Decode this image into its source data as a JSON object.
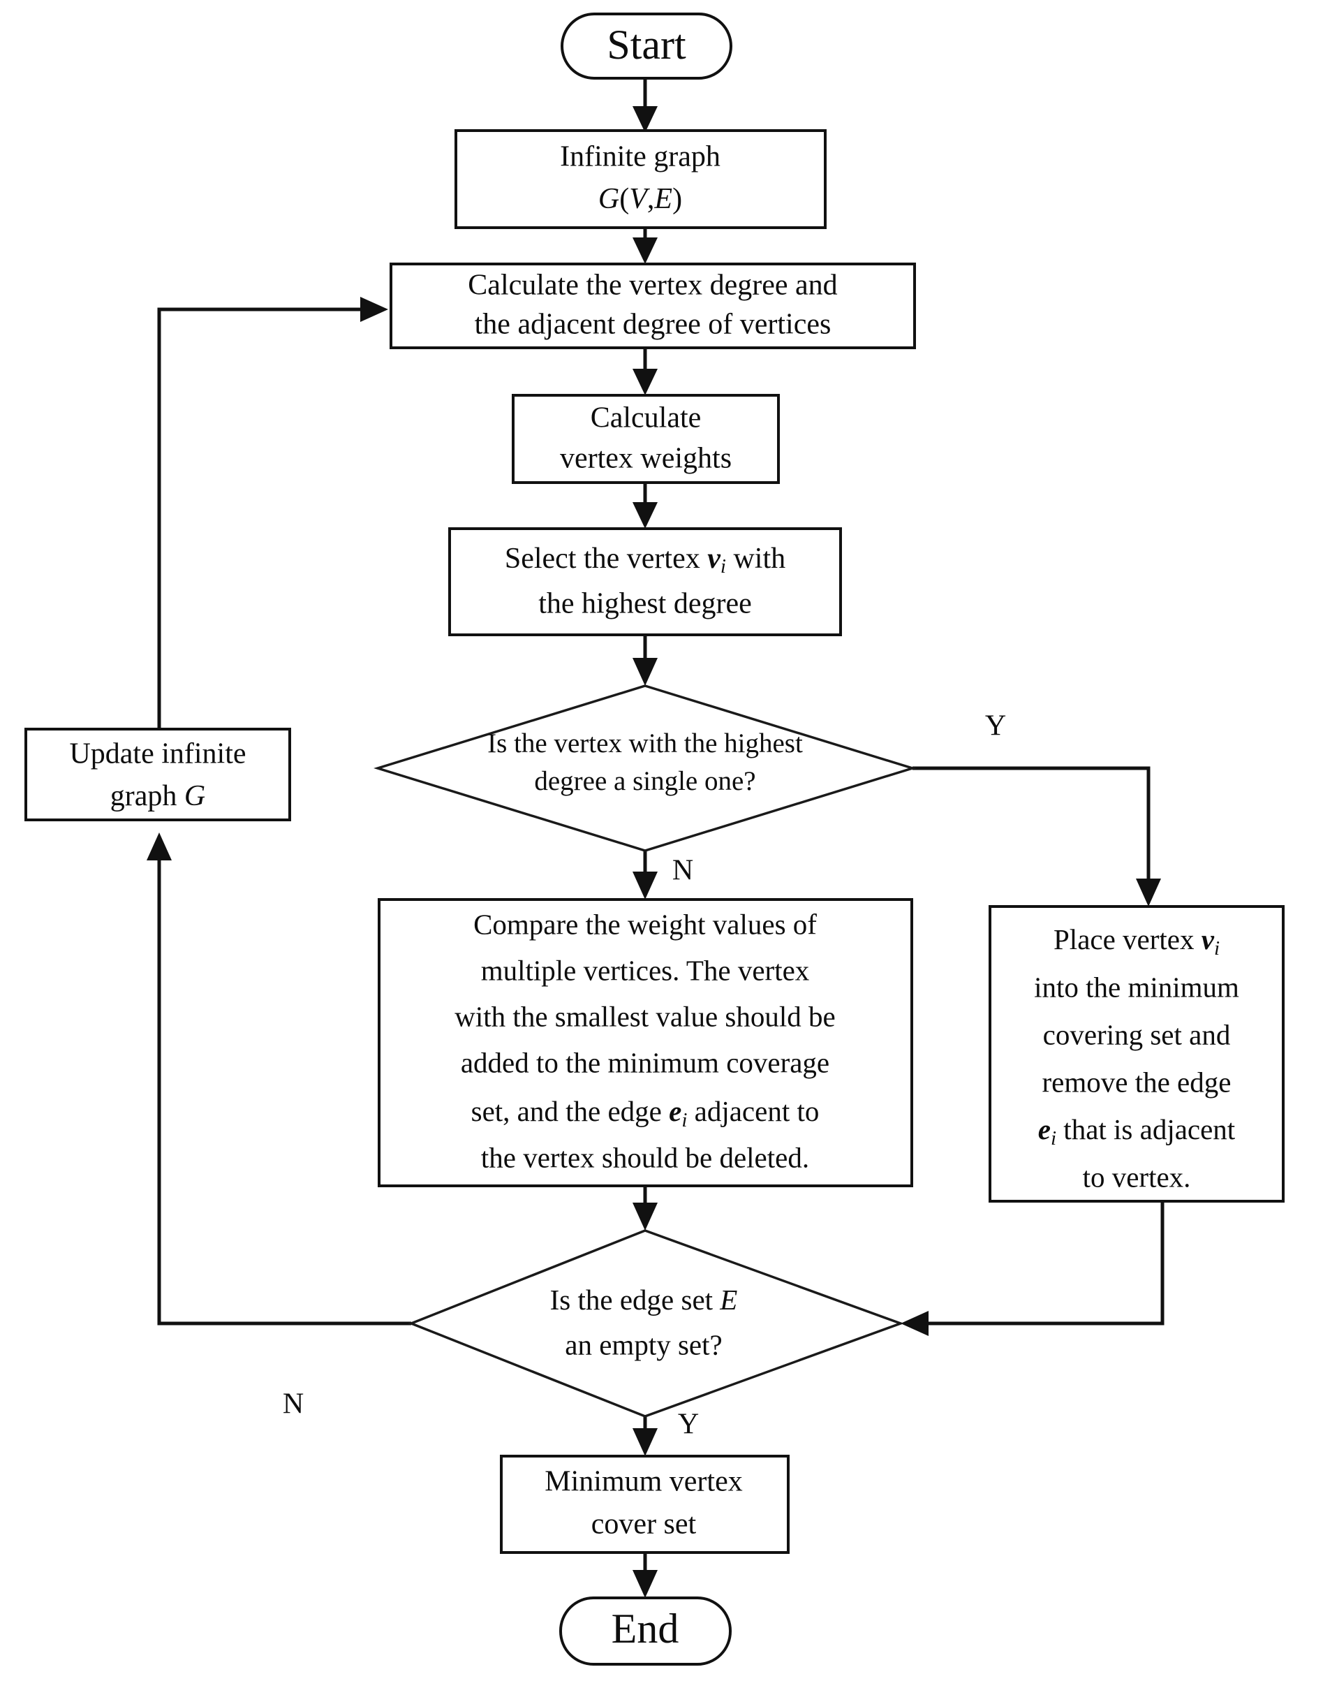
{
  "diagram": {
    "title": "Minimum vertex cover algorithm flowchart",
    "type": "flowchart",
    "colors": {
      "stroke": "#111111",
      "fill": "#ffffff",
      "text": "#0d0d0d"
    },
    "nodes": {
      "start": {
        "shape": "terminator",
        "label": "Start"
      },
      "infinite_graph": {
        "shape": "process",
        "line1": "Infinite graph",
        "line2_pre": "G",
        "line2_paren_open": "(",
        "line2_v": "V",
        "line2_comma": ",",
        "line2_e": "E",
        "line2_paren_close": ")"
      },
      "calculate_degree": {
        "shape": "process",
        "line1": "Calculate the vertex degree and",
        "line2": "the adjacent degree of vertices"
      },
      "calculate_weights": {
        "shape": "process",
        "line1": "Calculate",
        "line2": "vertex weights"
      },
      "select_vertex": {
        "shape": "process",
        "line1_pre": "Select the vertex ",
        "line1_var": "v",
        "line1_sub": "i",
        "line1_post": " with",
        "line2": "the highest degree"
      },
      "decision_single": {
        "shape": "decision",
        "line1": "Is the vertex with the highest",
        "line2": "degree a single one?"
      },
      "update_graph": {
        "shape": "process",
        "line1": "Update infinite",
        "line2_pre": "graph ",
        "line2_var": "G"
      },
      "compare_weights": {
        "shape": "process",
        "line1": "Compare the weight values of",
        "line2": "multiple vertices. The vertex",
        "line3": "with the smallest value should be",
        "line4": "added to the minimum coverage",
        "line5_pre": "set, and the edge ",
        "line5_var": "e",
        "line5_sub": "i",
        "line5_post": " adjacent to",
        "line6": "the vertex should be deleted."
      },
      "place_vertex": {
        "shape": "process",
        "line1_pre": "Place vertex ",
        "line1_var": "v",
        "line1_sub": "i",
        "line2": "into the minimum",
        "line3": "covering set and",
        "line4": "remove the edge",
        "line5_var": "e",
        "line5_sub": "i",
        "line5_post": " that is adjacent",
        "line6": "to vertex."
      },
      "decision_empty": {
        "shape": "decision",
        "line1_pre": "Is the edge set ",
        "line1_var": "E",
        "line2": "an empty set?"
      },
      "min_cover_set": {
        "shape": "process",
        "line1": "Minimum vertex",
        "line2": "cover set"
      },
      "end": {
        "shape": "terminator",
        "label": "End"
      }
    },
    "edge_labels": {
      "single_yes": "Y",
      "single_no": "N",
      "empty_no": "N",
      "empty_yes": "Y"
    }
  }
}
